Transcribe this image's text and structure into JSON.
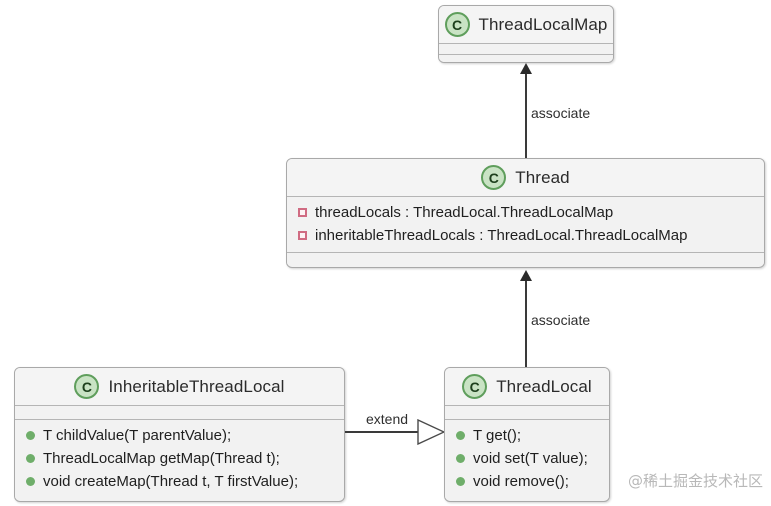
{
  "diagram": {
    "title": "ThreadLocal UML class diagram",
    "classes": [
      {
        "id": "threadlocalmap",
        "name": "ThreadLocalMap",
        "icon": "class-c-icon",
        "fields": [],
        "methods": []
      },
      {
        "id": "thread",
        "name": "Thread",
        "icon": "class-c-icon",
        "fields": [
          {
            "icon": "field-package-icon",
            "text": "threadLocals : ThreadLocal.ThreadLocalMap"
          },
          {
            "icon": "field-package-icon",
            "text": "inheritableThreadLocals : ThreadLocal.ThreadLocalMap"
          }
        ],
        "methods": []
      },
      {
        "id": "inheritablethreadlocal",
        "name": "InheritableThreadLocal",
        "icon": "class-c-icon",
        "fields": [],
        "methods": [
          {
            "icon": "method-public-icon",
            "text": "T childValue(T parentValue);"
          },
          {
            "icon": "method-public-icon",
            "text": "ThreadLocalMap getMap(Thread t);"
          },
          {
            "icon": "method-public-icon",
            "text": "void createMap(Thread t, T firstValue);"
          }
        ]
      },
      {
        "id": "threadlocal",
        "name": "ThreadLocal",
        "icon": "class-c-icon",
        "fields": [],
        "methods": [
          {
            "icon": "method-public-icon",
            "text": "T get();"
          },
          {
            "icon": "method-public-icon",
            "text": "void set(T value);"
          },
          {
            "icon": "method-public-icon",
            "text": "void remove();"
          }
        ]
      }
    ],
    "connectors": [
      {
        "id": "thread-to-threadlocalmap",
        "label": "associate",
        "from": "thread",
        "to": "threadlocalmap",
        "arrow": "solid-open-arrow"
      },
      {
        "id": "threadlocal-to-thread",
        "label": "associate",
        "from": "threadlocal",
        "to": "thread",
        "arrow": "solid-open-arrow"
      },
      {
        "id": "inheritablethreadlocal-to-threadlocal",
        "label": "extend",
        "from": "inheritablethreadlocal",
        "to": "threadlocal",
        "arrow": "hollow-triangle-arrow"
      }
    ],
    "watermark": "@稀土掘金技术社区",
    "colors": {
      "background": "#ffffff",
      "box_fill": "#f2f2f2",
      "box_border": "#a9a9a9",
      "class_icon_fill": "#c9e3c4",
      "class_icon_border": "#5f9e5c",
      "field_icon": "#d06b82",
      "method_icon": "#6fae6a",
      "connector": "#3a3a3a",
      "watermark": "#b8b8b8"
    }
  }
}
